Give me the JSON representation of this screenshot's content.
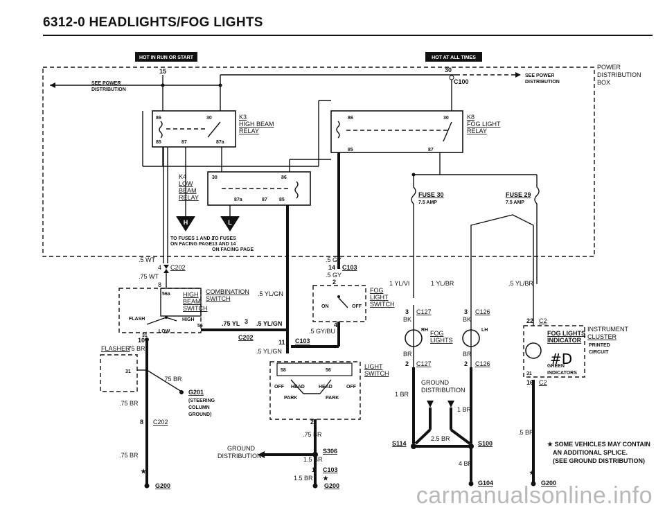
{
  "page": {
    "title": "6312-0  HEADLIGHTS/FOG LIGHTS",
    "watermark": "carmanualsonline.info"
  },
  "buses": {
    "hot_run_start": "HOT IN RUN OR START",
    "hot_all_times": "HOT AT ALL TIMES",
    "power_distribution_box": [
      "POWER",
      "DISTRIBUTION",
      "BOX"
    ],
    "see_power_left": [
      "SEE POWER",
      "DISTRIBUTION"
    ],
    "see_power_right": [
      "SEE POWER",
      "DISTRIBUTION"
    ],
    "pin_15": "15",
    "pin_30": "30",
    "connector_c100": "C100"
  },
  "relays": {
    "k3": [
      "K3",
      "HIGH BEAM",
      "RELAY"
    ],
    "k8": [
      "K8",
      "FOG LIGHT",
      "RELAY"
    ],
    "k4": [
      "K4",
      "LOW",
      "BEAM",
      "RELAY"
    ],
    "k3_pins": {
      "p86": "86",
      "p30": "30",
      "p85": "85",
      "p87": "87",
      "p87a": "87a"
    },
    "k8_pins": {
      "p86": "86",
      "p30": "30",
      "p85": "85",
      "p87": "87"
    },
    "k4_pins": {
      "p30": "30",
      "p86": "86",
      "p87a": "87a",
      "p87": "87",
      "p85": "85"
    }
  },
  "refs": {
    "h_badge": "H",
    "l_badge": "L",
    "to_fuses_h": [
      "TO FUSES 1 AND 2",
      "ON FACING PAGE"
    ],
    "to_fuses_l": [
      "TO FUSES",
      "13 AND 14",
      "ON FACING PAGE"
    ]
  },
  "fuses": {
    "fuse30": [
      "FUSE 30",
      "7.5 AMP"
    ],
    "fuse29": [
      "FUSE 29",
      "7.5 AMP"
    ]
  },
  "wires": {
    "w5wt": ".5 WT",
    "w75wt": ".75 WT",
    "w5gy_a": ".5 GY",
    "w5gy_b": ".5 GY",
    "w5ylgn_a": ".5 YL/GN",
    "w75yl": ".75 YL",
    "w5ylgn_b": ".5 YL/GN",
    "w5gybu": ".5 GY/BU",
    "w5ylgn_c": ".5 YL/GN",
    "w75br_a": ".75 BR",
    "w75br_b": ".75 BR",
    "w75br_c": ".75 BR",
    "w75br_d": ".75 BR",
    "w75br_e": ".75 BR",
    "w15br_a": "1.5 BR",
    "w15br_b": "1.5 BR",
    "w1ylvi": "1 YL/VI",
    "w1ylbr": "1 YL/BR",
    "w5ylbr": ".5 YL/BR",
    "w1br_a": "1 BR",
    "w1br_b": "1 BR",
    "w25br": "2.5 BR",
    "w4br": "4 BR",
    "w5br": ".5 BR",
    "bk_a": "BK",
    "bk_b": "BK",
    "br_a": "BR",
    "br_b": "BR"
  },
  "connectors": {
    "c202_top": "C202",
    "c202_mid": "C202",
    "c202_bot": "C202",
    "c103_top": "C103",
    "c103_mid": "C103",
    "c103_bot": "C103",
    "c127_top": "C127",
    "c127_bot": "C127",
    "c126_top": "C126",
    "c126_bot": "C126",
    "c2_top": "C2",
    "c2_bot": "C2",
    "pin4": "4",
    "pin8a": "8",
    "pin10": "10",
    "pin8b": "8",
    "pin14": "14",
    "pin2a": "2",
    "pin3conn": "3",
    "pin4b": "4",
    "pin11": "11",
    "pin2b": "2",
    "pin1": "1",
    "pin3a": "3",
    "pin3b": "3",
    "pin2c": "2",
    "pin2d": "2",
    "pin22": "22",
    "pin16": "16"
  },
  "switches": {
    "combination": [
      "COMBINATION",
      "SWITCH"
    ],
    "combo_items": [
      "HIGH",
      "BEAM",
      "SWITCH"
    ],
    "combo_pins": {
      "p56a": "56a",
      "p56": "56",
      "p31": "31"
    },
    "flash": "FLASH",
    "low": "LOW",
    "high": "HIGH",
    "fog": [
      "FOG",
      "LIGHT",
      "SWITCH"
    ],
    "fog_on": "ON",
    "fog_off": "OFF",
    "light": [
      "LIGHT",
      "SWITCH"
    ],
    "light_pins": {
      "p58": "58",
      "p56": "56"
    },
    "light_pos": [
      "OFF",
      "HEAD",
      "OFF",
      "HEAD",
      "PARK",
      "PARK"
    ],
    "flasher": "FLASHER",
    "flasher_pin": "31"
  },
  "lamps": {
    "rh": "RH",
    "lh": "LH",
    "fog_lights": [
      "FOG",
      "LIGHTS"
    ]
  },
  "cluster": {
    "title": [
      "INSTRUMENT",
      "CLUSTER"
    ],
    "printed": [
      "PRINTED",
      "CIRCUIT"
    ],
    "indicator": [
      "FOG LIGHTS",
      "INDICATOR"
    ],
    "green": [
      "GREEN",
      "INDICATORS"
    ],
    "pin31": "31"
  },
  "grounds": {
    "g201": [
      "G201",
      "(STEERING",
      "COLUMN",
      "GROUND)"
    ],
    "g200_a": "G200",
    "g200_b": "G200",
    "g200_c": "G200",
    "g104": "G104",
    "s306": "S306",
    "s114": "S114",
    "s100": "S100",
    "ground_dist_a": [
      "GROUND",
      "DISTRIBUTION"
    ],
    "ground_dist_b": [
      "GROUND",
      "DISTRIBUTION"
    ]
  },
  "note": [
    "★ SOME VEHICLES MAY CONTAIN",
    "AN ADDITIONAL SPLICE.",
    "(SEE GROUND DISTRIBUTION)"
  ]
}
